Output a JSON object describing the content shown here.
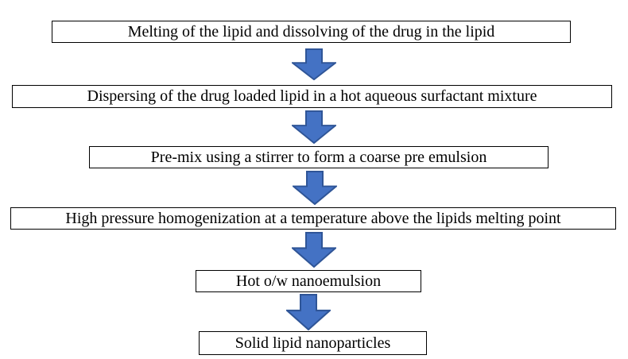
{
  "diagram": {
    "type": "flowchart",
    "steps": [
      {
        "label": "Melting of the lipid and dissolving of the drug in the lipid"
      },
      {
        "label": "Dispersing of the drug loaded lipid in a hot aqueous surfactant mixture"
      },
      {
        "label": "Pre-mix using a stirrer to form a coarse pre emulsion"
      },
      {
        "label": "High pressure homogenization at a temperature above the lipids melting point"
      },
      {
        "label": "Hot o/w nanoemulsion"
      },
      {
        "label": "Solid lipid nanoparticles"
      }
    ],
    "connector": "down-block-arrow",
    "colors": {
      "arrow_fill": "#4472C4",
      "arrow_border": "#2F5597",
      "box_border": "#000000",
      "box_fill": "#FFFFFF",
      "text": "#000000",
      "background": "#FFFFFF"
    }
  }
}
